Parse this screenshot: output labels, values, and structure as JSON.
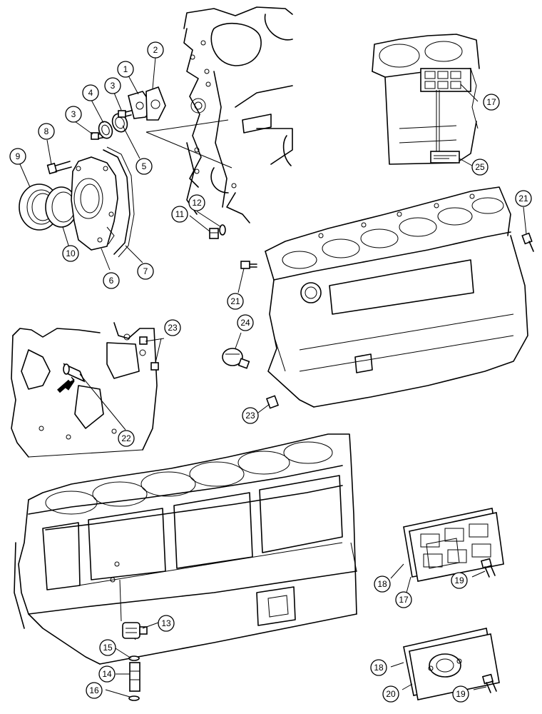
{
  "callouts": [
    {
      "id": "c1",
      "label": "1"
    },
    {
      "id": "c2",
      "label": "2"
    },
    {
      "id": "c3a",
      "label": "3"
    },
    {
      "id": "c3b",
      "label": "3"
    },
    {
      "id": "c4",
      "label": "4"
    },
    {
      "id": "c5",
      "label": "5"
    },
    {
      "id": "c6",
      "label": "6"
    },
    {
      "id": "c7",
      "label": "7"
    },
    {
      "id": "c8",
      "label": "8"
    },
    {
      "id": "c9",
      "label": "9"
    },
    {
      "id": "c10",
      "label": "10"
    },
    {
      "id": "c11",
      "label": "11"
    },
    {
      "id": "c12",
      "label": "12"
    },
    {
      "id": "c13",
      "label": "13"
    },
    {
      "id": "c14",
      "label": "14"
    },
    {
      "id": "c15",
      "label": "15"
    },
    {
      "id": "c16",
      "label": "16"
    },
    {
      "id": "c17a",
      "label": "17"
    },
    {
      "id": "c17b",
      "label": "17"
    },
    {
      "id": "c18a",
      "label": "18"
    },
    {
      "id": "c18b",
      "label": "18"
    },
    {
      "id": "c19a",
      "label": "19"
    },
    {
      "id": "c19b",
      "label": "19"
    },
    {
      "id": "c20",
      "label": "20"
    },
    {
      "id": "c21a",
      "label": "21"
    },
    {
      "id": "c21b",
      "label": "21"
    },
    {
      "id": "c22",
      "label": "22"
    },
    {
      "id": "c23a",
      "label": "23"
    },
    {
      "id": "c23b",
      "label": "23"
    },
    {
      "id": "c24",
      "label": "24"
    },
    {
      "id": "c25",
      "label": "25"
    }
  ]
}
